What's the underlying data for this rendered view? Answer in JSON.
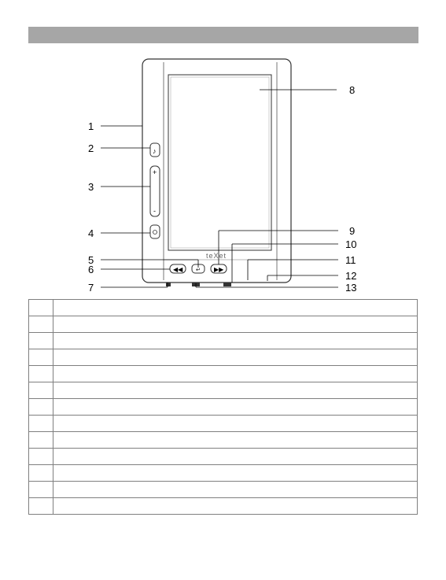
{
  "diagram": {
    "brand": "teXet",
    "callouts": [
      "1",
      "2",
      "3",
      "4",
      "5",
      "6",
      "7",
      "8",
      "9",
      "10",
      "11",
      "12",
      "13"
    ]
  },
  "table": {
    "rows": [
      {
        "num": "",
        "desc": ""
      },
      {
        "num": "",
        "desc": ""
      },
      {
        "num": "",
        "desc": ""
      },
      {
        "num": "",
        "desc": ""
      },
      {
        "num": "",
        "desc": ""
      },
      {
        "num": "",
        "desc": ""
      },
      {
        "num": "",
        "desc": ""
      },
      {
        "num": "",
        "desc": ""
      },
      {
        "num": "",
        "desc": ""
      },
      {
        "num": "",
        "desc": ""
      },
      {
        "num": "",
        "desc": ""
      },
      {
        "num": "",
        "desc": ""
      },
      {
        "num": "",
        "desc": ""
      }
    ]
  }
}
